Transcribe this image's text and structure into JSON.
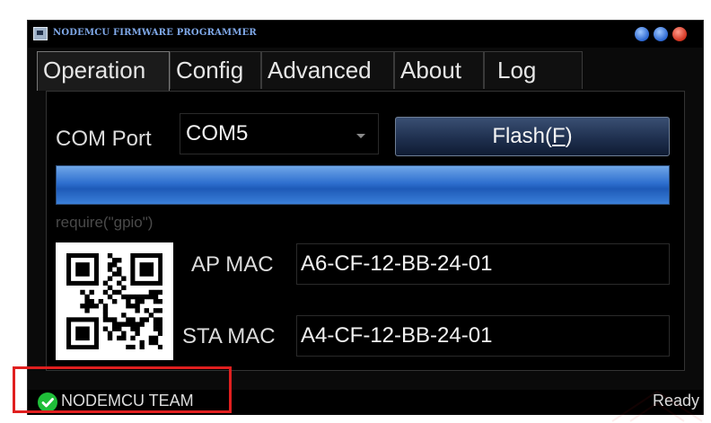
{
  "window": {
    "title": "NODEMCU FIRMWARE PROGRAMMER",
    "buttons": [
      "minimize",
      "maximize",
      "close"
    ]
  },
  "tabs": [
    {
      "label": "Operation",
      "active": true
    },
    {
      "label": "Config",
      "active": false
    },
    {
      "label": "Advanced",
      "active": false
    },
    {
      "label": "About",
      "active": false
    },
    {
      "label": "Log",
      "active": false
    }
  ],
  "operation": {
    "com_port_label": "COM Port",
    "com_port_value": "COM5",
    "flash_label_prefix": "Flash(",
    "flash_label_mnemonic": "F",
    "flash_label_suffix": ")",
    "progress_fraction": 1.0,
    "status_line": "require(\"gpio\")",
    "ap_mac_label": "AP MAC",
    "ap_mac_value": "A6-CF-12-BB-24-01",
    "sta_mac_label": "STA MAC",
    "sta_mac_value": "A4-CF-12-BB-24-01",
    "qr_icon": "qr-code"
  },
  "statusbar": {
    "team": "NODEMCU TEAM",
    "state": "Ready",
    "icon": "check-circle-icon"
  },
  "colors": {
    "accent": "#2e6fcf",
    "highlight": "#e01f1f",
    "success": "#1fbe39"
  }
}
